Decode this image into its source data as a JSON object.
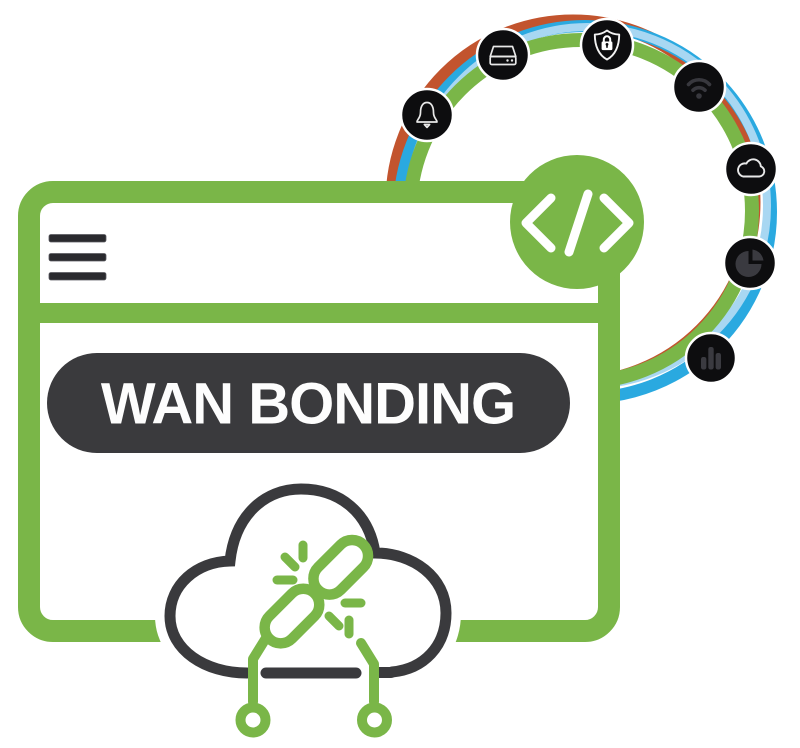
{
  "illustration": {
    "title": "WAN Bonding illustration",
    "heading": {
      "label": "WAN BONDING"
    },
    "window": {
      "menu_icon": "hamburger-menu-icon"
    },
    "badge": {
      "icon": "code-icon",
      "symbol": "</>"
    },
    "ring_icons": [
      {
        "name": "notification-bell-icon"
      },
      {
        "name": "server-drive-icon"
      },
      {
        "name": "security-shield-lock-icon"
      },
      {
        "name": "wifi-icon"
      },
      {
        "name": "cloud-icon"
      },
      {
        "name": "pie-chart-icon"
      },
      {
        "name": "bar-chart-icon"
      }
    ],
    "cloud": {
      "icon": "cloud-broken-link-icon",
      "nodes": 2
    },
    "colors": {
      "green": "#7ab648",
      "orange": "#c2542e",
      "blue": "#2aa9e0",
      "light_blue": "#a8d7f2",
      "charcoal": "#3a3a3d",
      "icon_disc": "#0d0d0f",
      "glyph_dark": "#38383e",
      "glyph_light": "#e8e8e8",
      "white": "#ffffff"
    }
  }
}
